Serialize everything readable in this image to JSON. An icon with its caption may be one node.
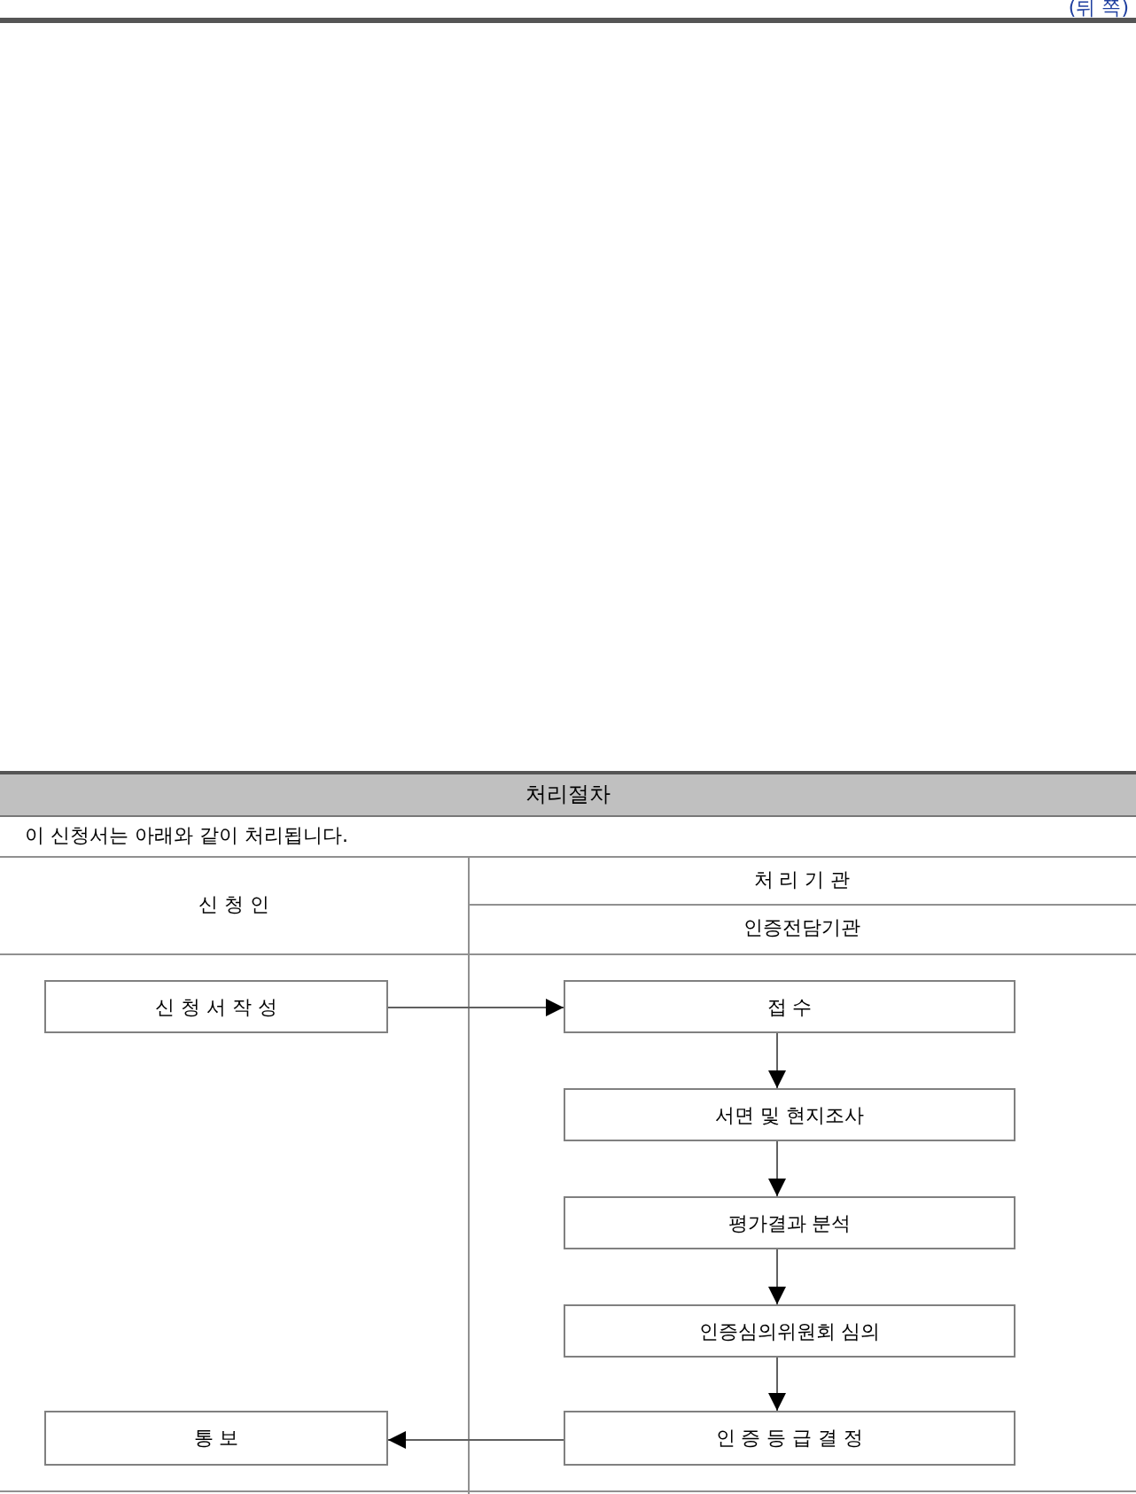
{
  "diagram": {
    "title": "처리절차",
    "nodes": [
      {
        "text": [
          "신 청 서 작 성"
        ]
      },
      {
        "text": [
          "접 수"
        ]
      },
      {
        "text": [
          "서면 및 현지조사"
        ]
      },
      {
        "text": [
          "평가결과 분석"
        ]
      },
      {
        "text": [
          "인증심의위원회 심의"
        ]
      },
      {
        "text": [
          "인 증 등 급 결 정"
        ]
      },
      {
        "text": [
          "통 보"
        ]
      }
    ],
    "edges": [
      {
        "from": 0,
        "to": 1,
        "arrow": "to"
      },
      {
        "from": 1,
        "to": 2,
        "arrow": "to"
      },
      {
        "from": 2,
        "to": 3,
        "arrow": "to"
      },
      {
        "from": 3,
        "to": 4,
        "arrow": "to"
      },
      {
        "from": 4,
        "to": 5,
        "arrow": "to"
      },
      {
        "from": 5,
        "to": 6,
        "arrow": "to"
      }
    ],
    "labels": [
      "(뒤 쪽)",
      "이 신청서는 아래와 같이 처리됩니다.",
      "신 청 인",
      "처 리 기 관",
      "인증전담기관"
    ]
  }
}
